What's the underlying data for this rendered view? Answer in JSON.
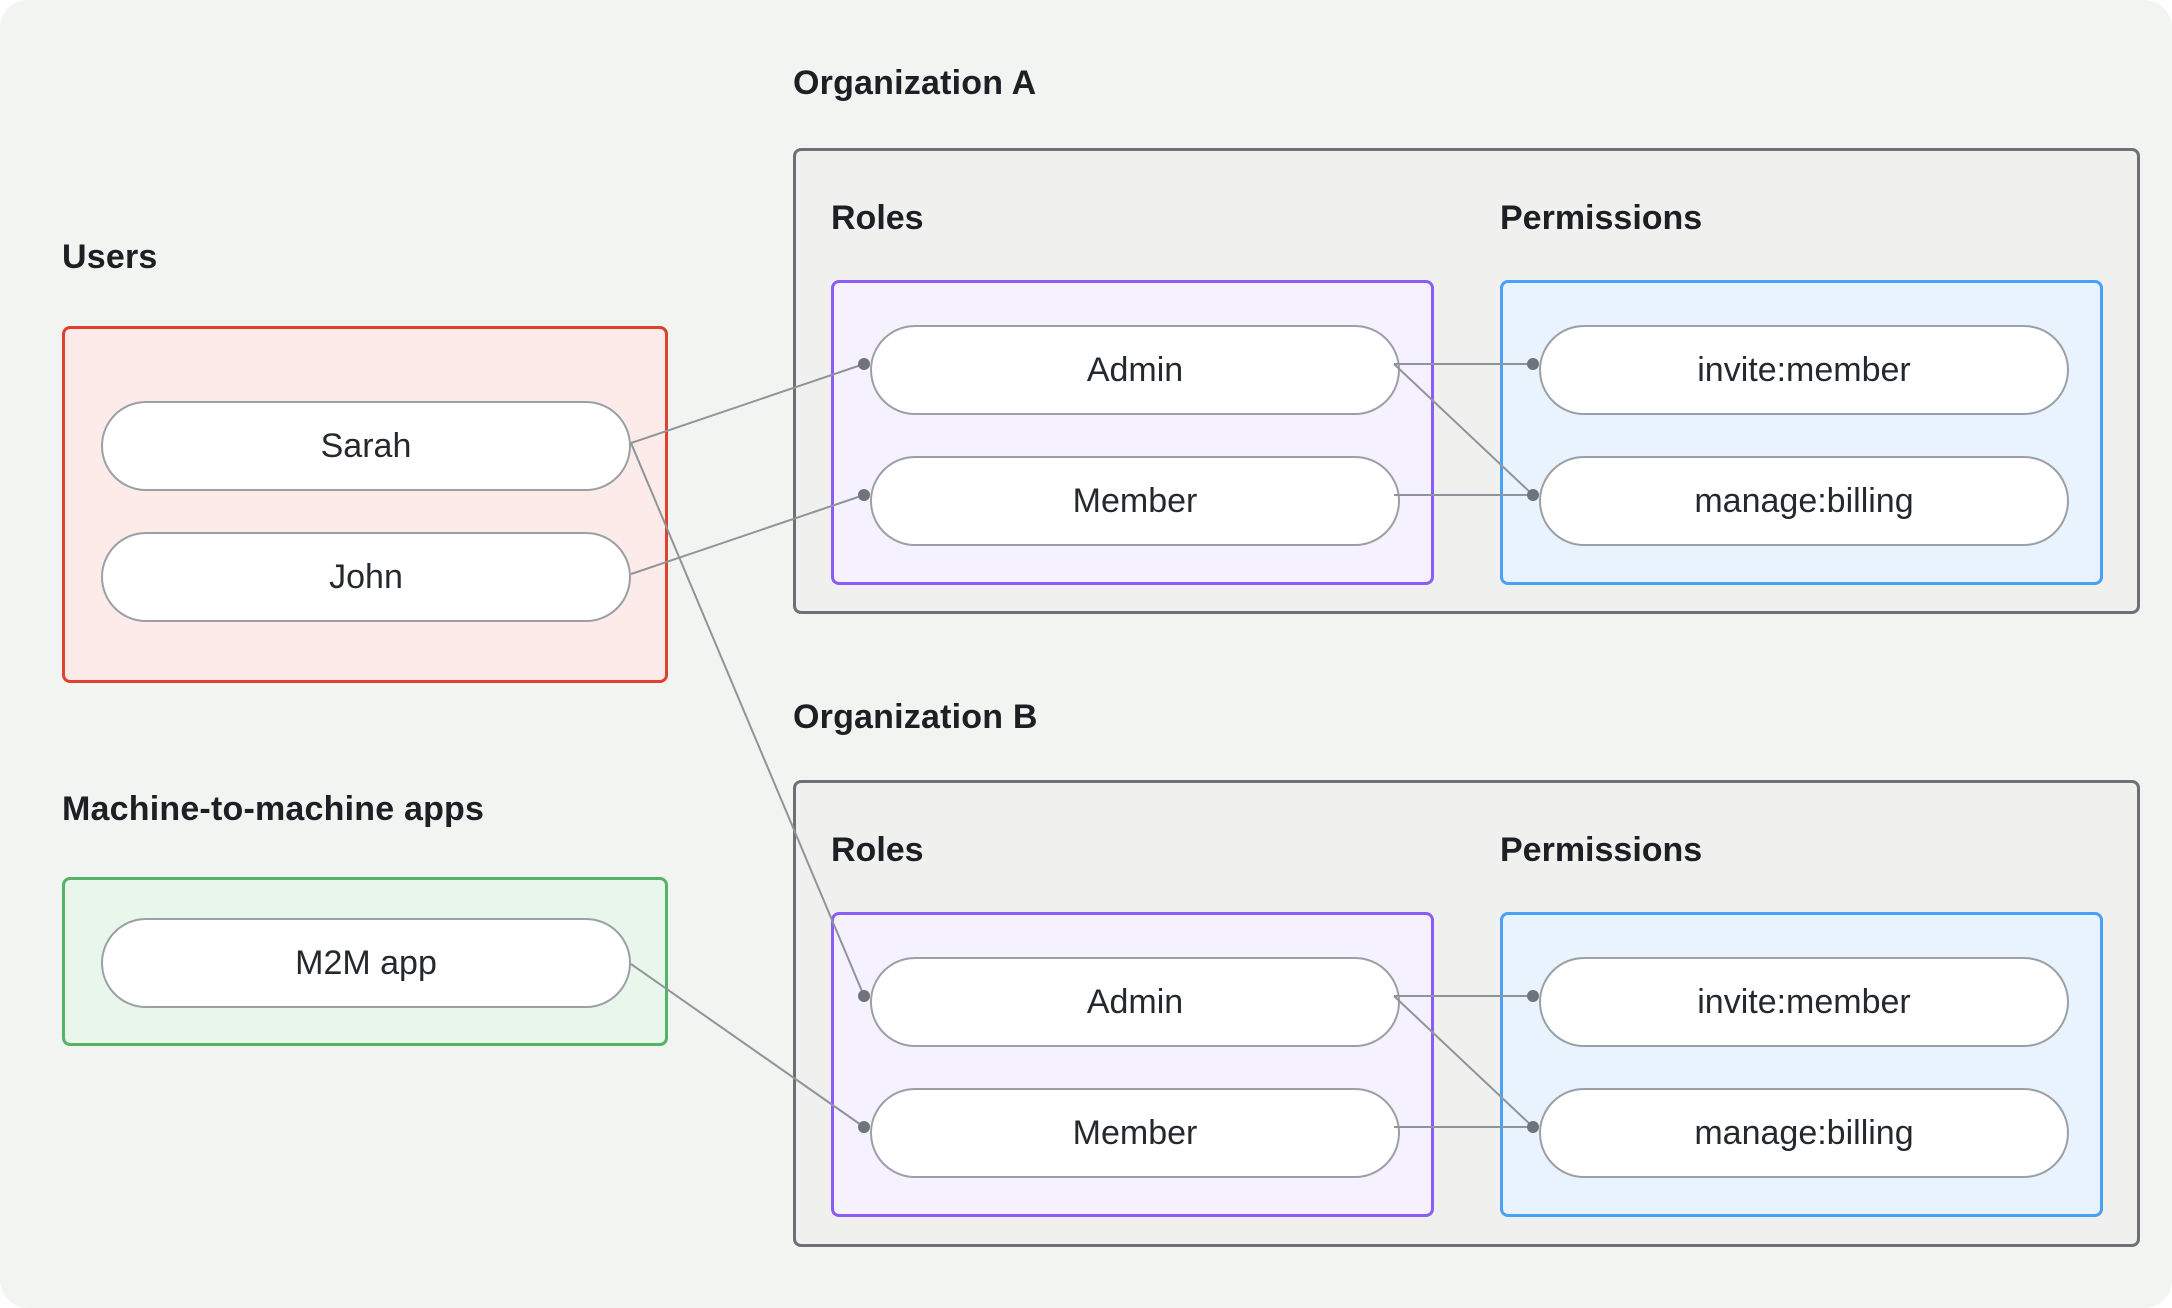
{
  "users_section": {
    "label": "Users",
    "items": [
      "Sarah",
      "John"
    ],
    "border_color": "#e0402e",
    "fill_color": "#fcebe8"
  },
  "m2m_section": {
    "label": "Machine-to-machine apps",
    "items": [
      "M2M app"
    ],
    "border_color": "#55b266",
    "fill_color": "#e9f6ec"
  },
  "organizations": [
    {
      "title": "Organization A",
      "roles_label": "Roles",
      "permissions_label": "Permissions",
      "roles": [
        "Admin",
        "Member"
      ],
      "permissions": [
        "invite:member",
        "manage:billing"
      ]
    },
    {
      "title": "Organization B",
      "roles_label": "Roles",
      "permissions_label": "Permissions",
      "roles": [
        "Admin",
        "Member"
      ],
      "permissions": [
        "invite:member",
        "manage:billing"
      ]
    }
  ],
  "colors": {
    "canvas_background": "#f1f4f0",
    "org_border": "#6d7176",
    "org_fill": "#f0f0ef",
    "roles_border": "#8b5cf6",
    "roles_fill": "#f6f1fe",
    "permissions_border": "#4aa0f5",
    "permissions_fill": "#e8f3fd",
    "pill_border": "#9aa0a6",
    "connector_line": "#8e949a",
    "connector_dot": "#6f747a",
    "text": "#1c1f23"
  }
}
